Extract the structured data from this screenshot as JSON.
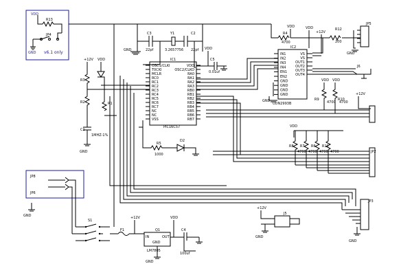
{
  "schematic": {
    "option_box": {
      "vdd": "VDD",
      "r13": "R13",
      "jp4": "JP4",
      "gnd": "GND",
      "note": "v6.1 only"
    },
    "crystal": {
      "c3": "C3",
      "c3_val": "22pf",
      "y1": "Y1",
      "y1_val": "3.2657756",
      "c2": "C2",
      "c2_val": "22pf",
      "gnd": "GND"
    },
    "ic1": {
      "ref": "IC1",
      "part": "PIC16C57",
      "left_pins": [
        "OSC1/CLKI",
        "T0CKI",
        "MCLR",
        "RC0",
        "RC1",
        "RC2",
        "RC3",
        "RC4",
        "RC5",
        "RC6",
        "RC7",
        "NC",
        "NC",
        "VSS"
      ],
      "right_pins": [
        "VDD",
        "OSC2/CLKO",
        "RA0",
        "RA1",
        "RA2",
        "RA3",
        "RB0",
        "RB1",
        "RB2",
        "RB3",
        "RB4",
        "RB5",
        "RB6",
        "RB7"
      ]
    },
    "c5": {
      "ref": "C5",
      "val": "0.01uf"
    },
    "r4": {
      "ref": "R4",
      "val": "4700"
    },
    "r12": {
      "ref": "R12",
      "val": "200"
    },
    "jp5": "JP5",
    "ic2": {
      "ref": "IC2",
      "part": "UDN2993B",
      "left_pins": [
        "IN1",
        "IN2",
        "IN3",
        "IN4",
        "EN1",
        "EN2",
        "GND",
        "GND",
        "GND",
        "GND"
      ],
      "right_pins": [
        "VS",
        "VS",
        "OUT1",
        "OUT2",
        "OUT3",
        "OUT4"
      ]
    },
    "j6": "J6",
    "rr": {
      "r9": "R9",
      "r10": "R10",
      "val": "4700"
    },
    "sw_area": {
      "r3": "R3",
      "r2": "R2",
      "r1": "R1",
      "c1": "C1",
      "c1_val": "1MHZ-1%"
    },
    "r5": {
      "ref": "R5",
      "val": "1000"
    },
    "d2": "D2",
    "r_bank": {
      "labels": [
        "R8",
        "R7",
        "R6",
        "R11"
      ],
      "val": "4700"
    },
    "jp2": "JP2",
    "jp3": "JP3",
    "jp8": "JP8",
    "jp6": "JP6",
    "s1": "S1",
    "f1": "F1",
    "q1": {
      "ref": "Q1",
      "part": "LM7805",
      "in": "IN",
      "out": "OUT",
      "gnd": "GND"
    },
    "c4": {
      "ref": "C4",
      "val": "100uf"
    },
    "j5": "J5",
    "rails": {
      "vdd": "VDD",
      "gnd": "GND",
      "v12": "+12V"
    }
  }
}
